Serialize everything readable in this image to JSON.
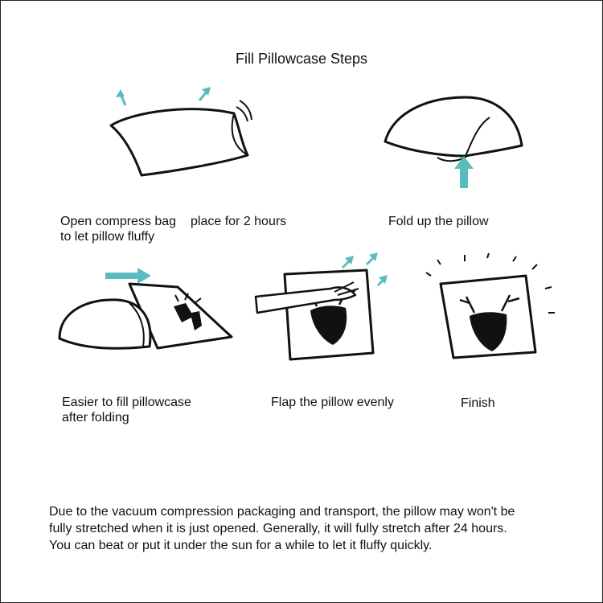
{
  "title": "Fill Pillowcase Steps",
  "steps": [
    {
      "lines": [
        "Open compress bag",
        "to let pillow fluffy"
      ],
      "illustration": "pillow-expanding-icon"
    },
    {
      "lines": [
        "place for 2 hours"
      ],
      "illustration": "none"
    },
    {
      "lines": [
        "Fold up the pillow"
      ],
      "illustration": "pillow-fold-icon"
    },
    {
      "lines": [
        "Easier to fill pillowcase",
        "after folding"
      ],
      "illustration": "pillow-into-case-icon"
    },
    {
      "lines": [
        "Flap the pillow evenly"
      ],
      "illustration": "hand-flap-pillow-icon"
    },
    {
      "lines": [
        "Finish"
      ],
      "illustration": "finished-pillow-icon"
    }
  ],
  "note": [
    "Due to the vacuum compression packaging and transport, the pillow may won't be",
    "fully stretched when it is just opened. Generally, it will fully stretch after 24 hours.",
    "You can beat or put it under the sun for a while to let it fluffy quickly."
  ],
  "colors": {
    "arrow": "#5bbcc0",
    "ink": "#111111",
    "background": "#ffffff"
  }
}
